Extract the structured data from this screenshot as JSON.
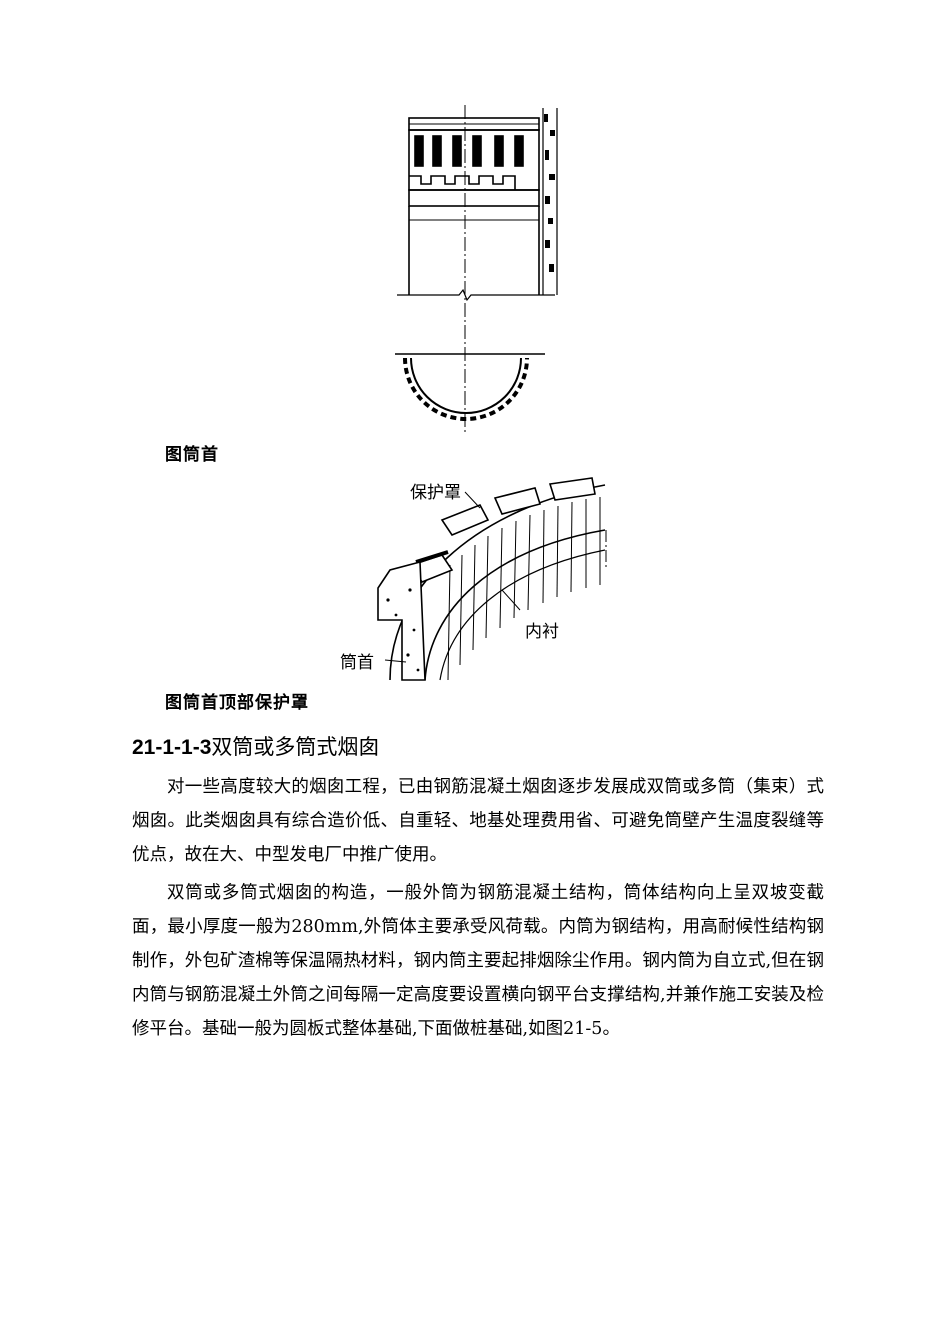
{
  "figure1": {
    "caption": "图筒首"
  },
  "figure2": {
    "caption": "图筒首顶部保护罩",
    "label_cover": "保护罩",
    "label_lining": "内衬",
    "label_top": "筒首"
  },
  "section": {
    "number": "21-1-1-3",
    "title": "双筒或多筒式烟囱"
  },
  "paragraphs": [
    "对一些高度较大的烟囱工程，已由钢筋混凝土烟囱逐步发展成双筒或多筒（集束）式烟囱。此类烟囱具有综合造价低、自重轻、地基处理费用省、可避免筒壁产生温度裂缝等优点，故在大、中型发电厂中推广使用。",
    "双筒或多筒式烟囱的构造，一般外筒为钢筋混凝土结构，筒体结构向上呈双坡变截面，最小厚度一般为280mm,外筒体主要承受风荷载。内筒为钢结构，用高耐候性结构钢制作，外包矿渣棉等保温隔热材料，钢内筒主要起排烟除尘作用。钢内筒为自立式,但在钢内筒与钢筋混凝土外筒之间每隔一定高度要设置横向钢平台支撑结构,并兼作施工安装及检修平台。基础一般为圆板式整体基础,下面做桩基础,如图21-5。"
  ]
}
